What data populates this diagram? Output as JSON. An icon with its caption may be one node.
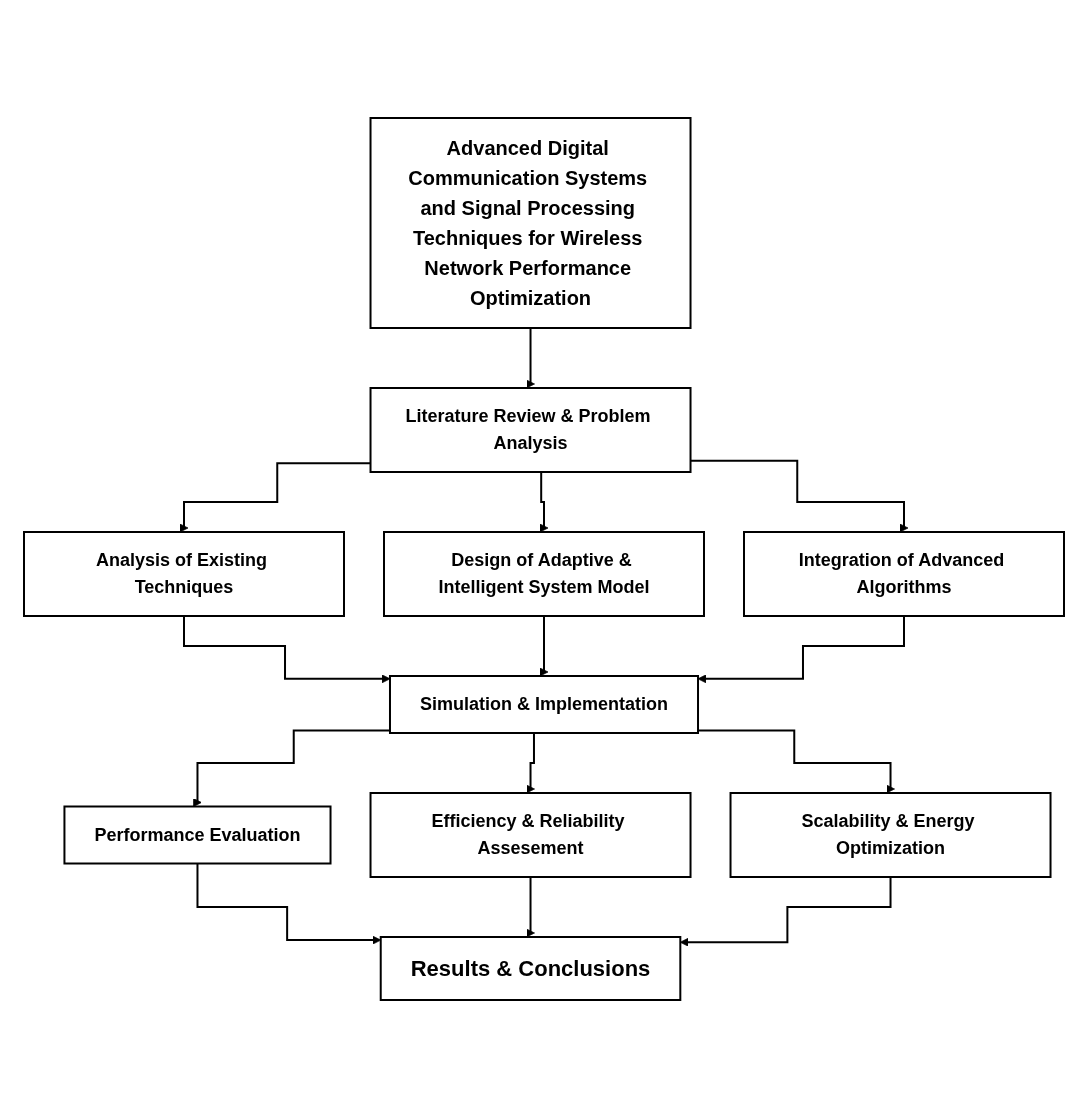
{
  "diagram": {
    "nodes": [
      {
        "text": [
          "Advanced Digital Communication Systems and Signal Processing Techniques for Wireless Network Performance Optimization"
        ]
      },
      {
        "text": [
          "Literature Review & Problem Analysis"
        ]
      },
      {
        "text": [
          "Analysis of Existing Techniques"
        ]
      },
      {
        "text": [
          "Design of Adaptive & Intelligent System Model"
        ]
      },
      {
        "text": [
          "Integration of Advanced Algorithms"
        ]
      },
      {
        "text": [
          "Simulation & Implementation"
        ]
      },
      {
        "text": [
          "Performance Evaluation"
        ]
      },
      {
        "text": [
          "Efficiency & Reliability Assesement"
        ]
      },
      {
        "text": [
          "Scalability & Energy Optimization"
        ]
      },
      {
        "text": [
          "Results & Conclusions"
        ]
      }
    ],
    "edges": [
      {
        "from": 0,
        "to": 1,
        "arrow": "to"
      },
      {
        "from": 1,
        "to": 2,
        "arrow": "to"
      },
      {
        "from": 1,
        "to": 3,
        "arrow": "to"
      },
      {
        "from": 1,
        "to": 4,
        "arrow": "to"
      },
      {
        "from": 2,
        "to": 5,
        "arrow": "to"
      },
      {
        "from": 3,
        "to": 5,
        "arrow": "to"
      },
      {
        "from": 4,
        "to": 5,
        "arrow": "to"
      },
      {
        "from": 5,
        "to": 6,
        "arrow": "to"
      },
      {
        "from": 5,
        "to": 7,
        "arrow": "to"
      },
      {
        "from": 5,
        "to": 8,
        "arrow": "to"
      },
      {
        "from": 6,
        "to": 9,
        "arrow": "to"
      },
      {
        "from": 7,
        "to": 9,
        "arrow": "to"
      },
      {
        "from": 8,
        "to": 9,
        "arrow": "to"
      }
    ]
  }
}
